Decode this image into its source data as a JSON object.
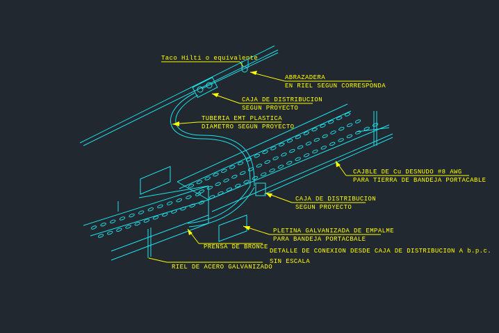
{
  "labels": {
    "taco": "Taco Hilti o equivalente",
    "abrazadera_1": "ABRAZADERA",
    "abrazadera_2": "EN RIEL SEGUN CORRESPONDA",
    "caja_top_1": "CAJA DE DISTRIBUCION",
    "caja_top_2": "SEGUN PROYECTO",
    "tuberia_1": "TUBERIA EMT PLASTICA",
    "tuberia_2": "DIAMETRO SEGUN PROYECTO",
    "cable_1": "CAJBLE DE Cu DESNUDO #8 AWG",
    "cable_2": "PARA TIERRA DE BANDEJA PORTACABLE",
    "caja_bot_1": "CAJA DE DISTRIBUCION",
    "caja_bot_2": "SEGUN PROYECTO",
    "pletina_1": "PLETINA GALVANIZADA DE EMPALME",
    "pletina_2": "PARA BANDEJA PORTACBALE",
    "prensa": "PRENSA DE BRONCE",
    "detalle": "DETALLE DE CONEXION DESDE CAJA DE DISTRIBUCION A b.p.c.",
    "escala": "SIN ESCALA",
    "riel": "RIEL DE ACERO GALVANIZADO"
  },
  "colors": {
    "background": "#212830",
    "geometry": "#1fe4ee",
    "annotation": "#ffff00"
  }
}
